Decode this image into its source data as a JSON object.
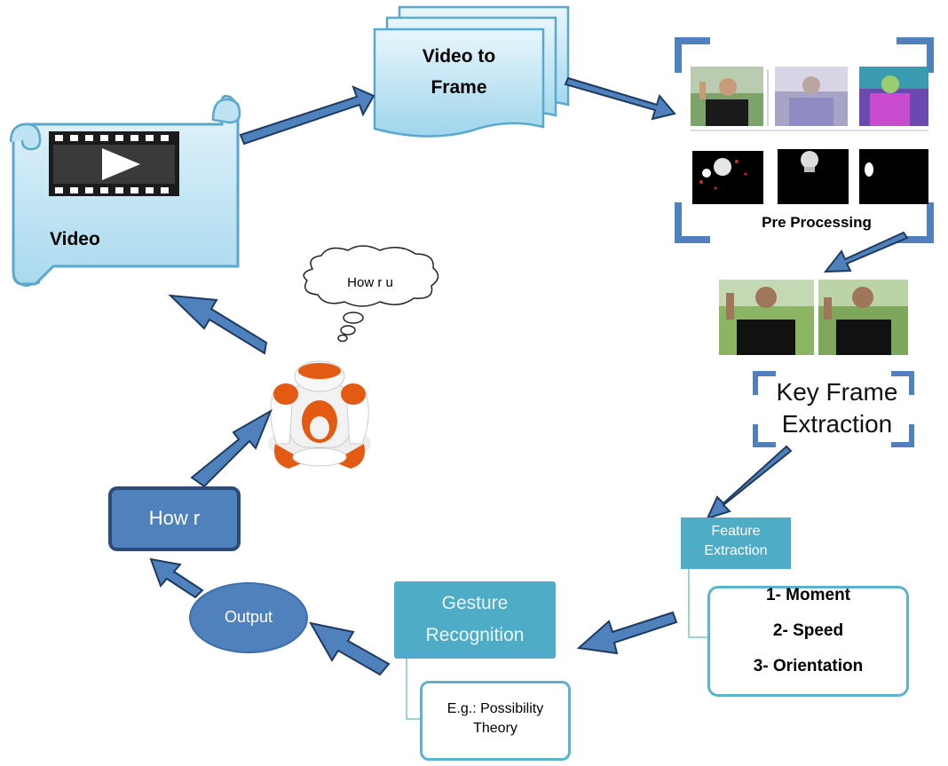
{
  "video": {
    "label": "Video"
  },
  "video_to_frame": {
    "label_line1": "Video to",
    "label_line2": "Frame"
  },
  "pre_processing": {
    "label": "Pre Processing"
  },
  "key_frame_extraction": {
    "label_line1": "Key Frame",
    "label_line2": "Extraction"
  },
  "feature_extraction": {
    "label_line1": "Feature",
    "label_line2": "Extraction",
    "features": [
      "1- Moment",
      "2- Speed",
      "3- Orientation"
    ]
  },
  "gesture_recognition": {
    "label_line1": "Gesture",
    "label_line2": "Recognition",
    "example_line1": "E.g.: Possibility",
    "example_line2": "Theory"
  },
  "output": {
    "label": "Output"
  },
  "how_r": {
    "label": "How r"
  },
  "robot_speech": {
    "label": "How r u"
  },
  "colors": {
    "arrow_fill": "#4f81bd",
    "arrow_stroke": "#1f3a60",
    "teal_box": "#4eacc6",
    "teal_border": "#5ab4cc",
    "scroll_fill": "#cdeaf6",
    "bracket_blue": "#4f81bd"
  }
}
